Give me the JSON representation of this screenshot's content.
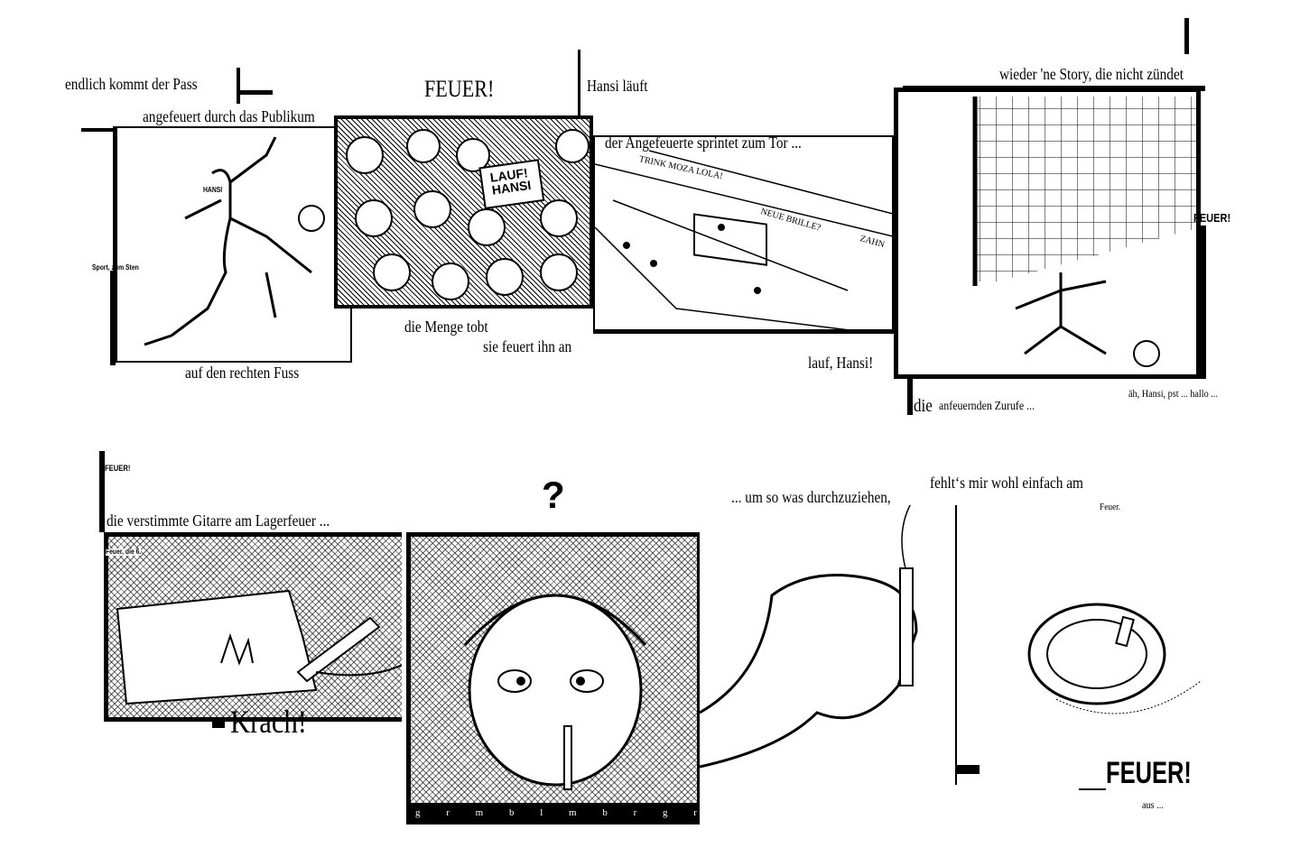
{
  "captions": {
    "pass": "endlich kommt der Pass",
    "publikum": "angefeuert durch das Publikum",
    "feuer_top": "FEUER!",
    "hansi_laeuft": "Hansi läuft",
    "sprintet": "der Angefeuerte sprintet zum Tor ...",
    "story": "wieder 'ne Story, die nicht zündet",
    "feuer_right": "FEUER!",
    "sport": "Sport, zum Sten",
    "fuss": "auf den rechten Fuss",
    "menge": "die Menge tobt",
    "feuert": "sie feuert ihn an",
    "lauf": "lauf, Hansi!",
    "zurufe_a": "die",
    "zurufe_b": "anfeuernden Zurufe ...",
    "hallo": "äh, Hansi, pst ... hallo ...",
    "feuer_left": "FEUER!",
    "gitarre": "die verstimmte Gitarre am Lagerfeuer ...",
    "feuer_6": "Feuer, die 6.",
    "question": "?",
    "durchziehen": "... um so was durchzuziehen,",
    "fehlts": "fehlt‘s mir wohl einfach am",
    "feuer_dot": "Feuer.",
    "krach": "Krach!",
    "feuer_big": "FEUER!",
    "aus": "aus ..."
  },
  "panel_lettering": {
    "sign": "LAUF! HANSI",
    "shirt": "HANSI",
    "banner1": "TRINK MOZA LOLA!",
    "banner2": "NEUE BRILLE?",
    "banner3": "ZAHN",
    "grumble": "g r m b l m b r g r l m"
  }
}
